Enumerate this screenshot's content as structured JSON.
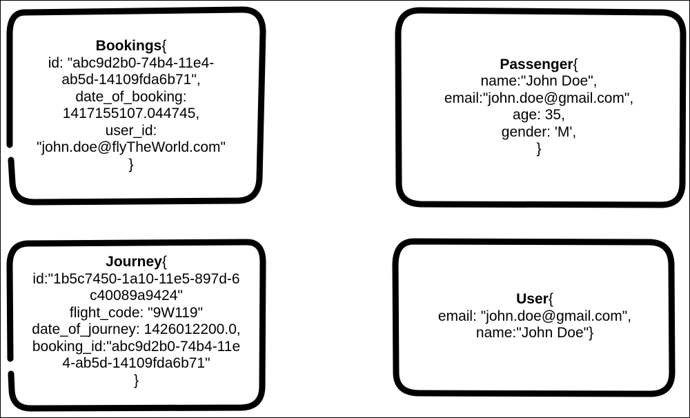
{
  "cards": {
    "bookings": {
      "title": "Bookings",
      "lines": [
        "id: \"abc9d2b0-74b4-11e4-",
        "ab5d-14109fda6b71\",",
        "date_of_booking:",
        "1417155107.044745,",
        "user_id:",
        "\"john.doe@flyTheWorld.com\"",
        "}"
      ]
    },
    "passenger": {
      "title": "Passenger",
      "lines": [
        "name:\"John Doe\",",
        "email:\"john.doe@gmail.com\",",
        "age: 35,",
        "gender: 'M',",
        "}"
      ]
    },
    "journey": {
      "title": "Journey",
      "lines": [
        "id:\"1b5c7450-1a10-11e5-897d-6",
        "c40089a9424\"",
        "flight_code: \"9W119\"",
        "date_of_journey: 1426012200.0,",
        "booking_id:\"abc9d2b0-74b4-11e",
        "4-ab5d-14109fda6b71\"",
        "}"
      ]
    },
    "user": {
      "title": "User",
      "lines": [
        "email: \"john.doe@gmail.com\",",
        "name:\"John Doe\"}"
      ]
    }
  },
  "open_brace": "{"
}
